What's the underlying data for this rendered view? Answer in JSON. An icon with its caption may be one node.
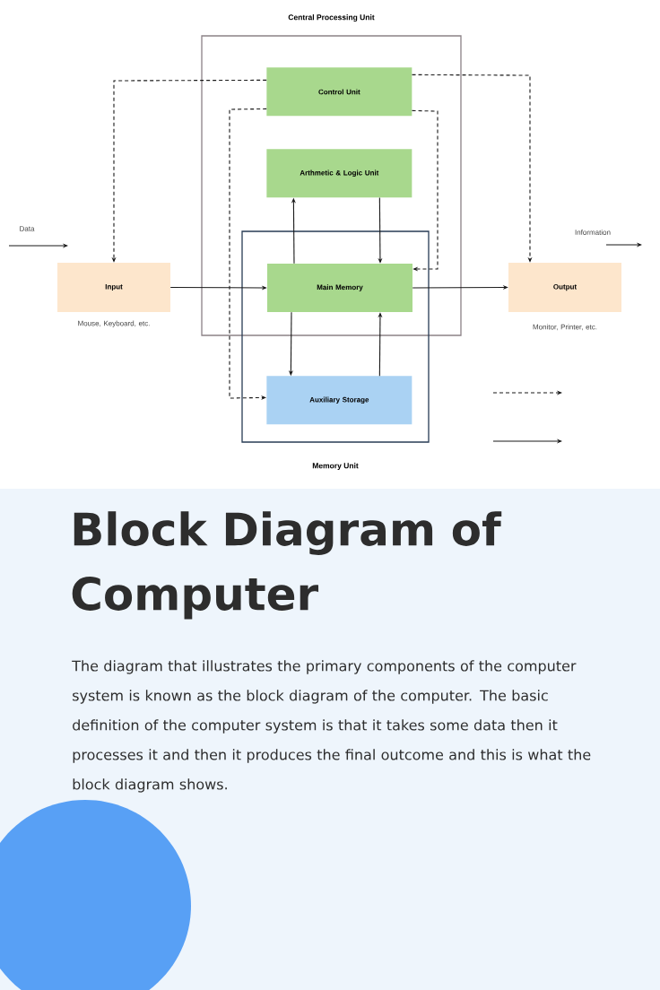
{
  "diagram": {
    "title": "Block Diagram of Computer",
    "caption": "The diagram that illustrates the primary components of the computer system is known as the block diagram of the computer. The basic definition of the computer system is that it takes some data then it processes it and then it produces the final outcome and this is what the block diagram shows.",
    "nodes": [
      {
        "text": [
          "Central Processing Unit"
        ]
      },
      {
        "text": [
          "Control Unit"
        ],
        "in": 0
      },
      {
        "text": [
          "Arthmetic & Logic Unit"
        ],
        "in": 0
      },
      {
        "text": [
          "Memory Unit"
        ]
      },
      {
        "text": [
          "Main Memory"
        ]
      },
      {
        "text": [
          "Auxiliary Storage"
        ],
        "in": 3
      },
      {
        "text": [
          "Input"
        ],
        "beside": [
          "Mouse, Keyboard, etc."
        ]
      },
      {
        "text": [
          "Output"
        ],
        "beside": [
          "Monitor, Printer, etc."
        ]
      }
    ],
    "edges": [
      {
        "from": 1,
        "to": 6,
        "arrow": "to",
        "style": "dashed"
      },
      {
        "from": 1,
        "to": 7,
        "arrow": "to",
        "style": "dashed"
      },
      {
        "from": 1,
        "to": 4,
        "arrow": "to",
        "style": "dashed"
      },
      {
        "from": 1,
        "to": 5,
        "arrow": "to",
        "style": "dashed"
      },
      {
        "from": 6,
        "to": 4,
        "arrow": "to"
      },
      {
        "from": 4,
        "to": 7,
        "arrow": "to"
      },
      {
        "from": 4,
        "to": 2,
        "arrow": "to"
      },
      {
        "from": 2,
        "to": 4,
        "arrow": "to"
      },
      {
        "from": 4,
        "to": 5,
        "arrow": "to"
      },
      {
        "from": 5,
        "to": 4,
        "arrow": "to"
      }
    ],
    "labels": [
      "Data",
      "Information"
    ]
  }
}
